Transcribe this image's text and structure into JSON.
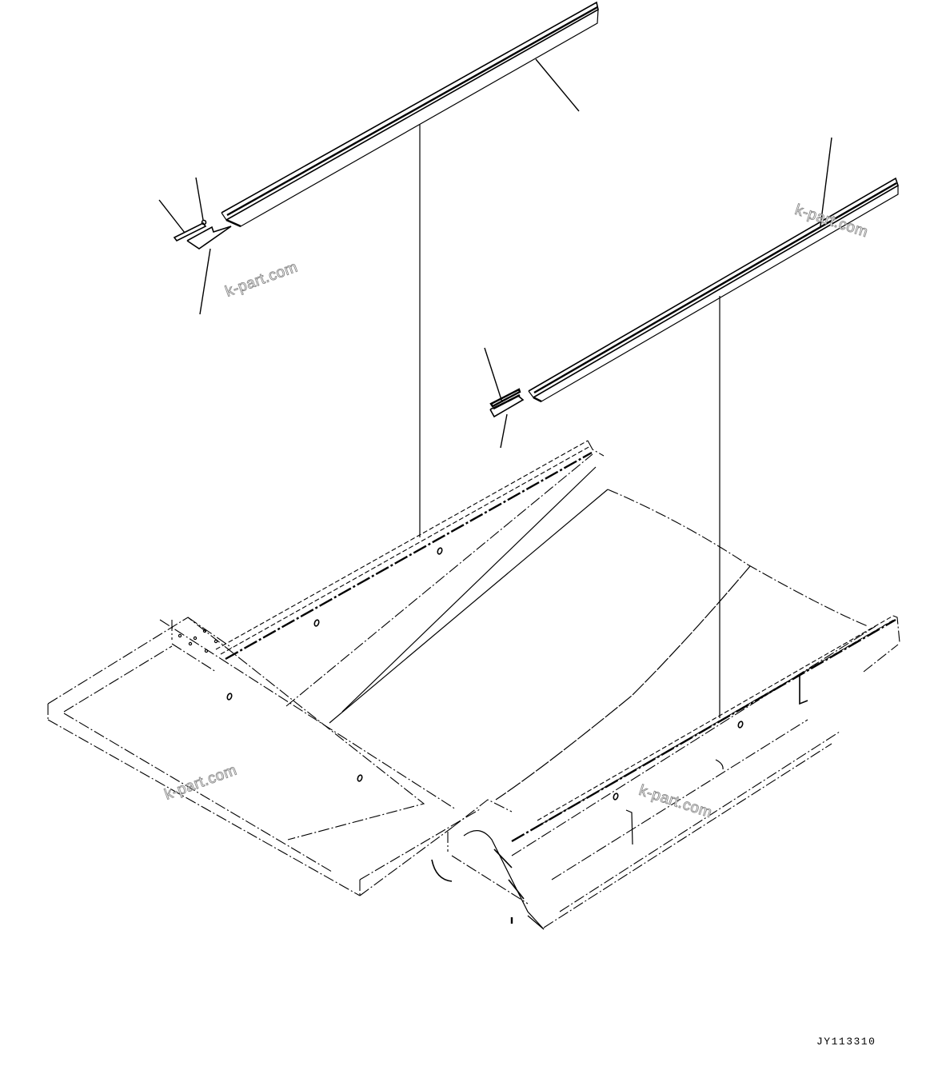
{
  "diagram": {
    "type": "exploded parts illustration",
    "drawing_number": "JY113310",
    "watermark_text": "k-part.com",
    "watermarks": [
      {
        "id": "wm-upper-left",
        "text": "k-part.com"
      },
      {
        "id": "wm-upper-right",
        "text": "k-part.com"
      },
      {
        "id": "wm-lower-left",
        "text": "k-part.com"
      },
      {
        "id": "wm-lower-right",
        "text": "k-part.com"
      }
    ],
    "parts": [
      {
        "id": "upper-left-rail",
        "label": "Long angle rail (left)"
      },
      {
        "id": "upper-left-small-plate",
        "label": "Small plate (left)"
      },
      {
        "id": "upper-left-small-strip",
        "label": "Small strip (left)"
      },
      {
        "id": "upper-right-rail",
        "label": "Long angle rail (right)"
      },
      {
        "id": "upper-right-small-plate",
        "label": "Small plate (right)"
      },
      {
        "id": "upper-right-small-strip",
        "label": "Small strip (right)"
      },
      {
        "id": "body-frame",
        "label": "Dump body / frame assembly"
      }
    ],
    "colors": {
      "line": "#000000",
      "background": "#ffffff",
      "watermark": "#8a8a8a"
    }
  }
}
